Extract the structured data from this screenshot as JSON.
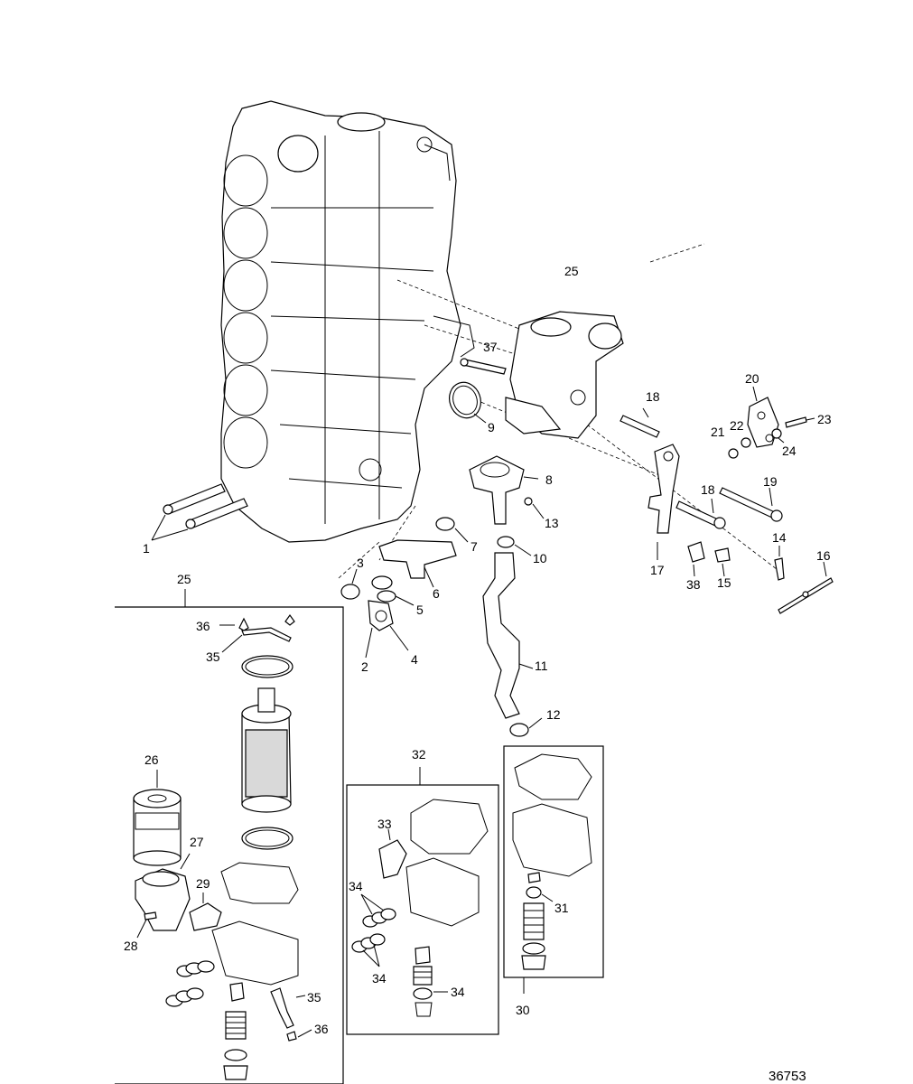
{
  "figure": {
    "reference_number": "36753",
    "callouts": {
      "c1": "1",
      "c2": "2",
      "c3": "3",
      "c4": "4",
      "c5": "5",
      "c6": "6",
      "c7": "7",
      "c8": "8",
      "c9": "9",
      "c10": "10",
      "c11": "11",
      "c12": "12",
      "c13": "13",
      "c14": "14",
      "c15": "15",
      "c16": "16",
      "c17": "17",
      "c18a": "18",
      "c18b": "18",
      "c19": "19",
      "c20": "20",
      "c21": "21",
      "c22": "22",
      "c23": "23",
      "c24": "24",
      "c25a": "25",
      "c25b": "25",
      "c26": "26",
      "c27": "27",
      "c28": "28",
      "c29": "29",
      "c30": "30",
      "c31": "31",
      "c32": "32",
      "c33": "33",
      "c34a": "34",
      "c34b": "34",
      "c34c": "34",
      "c35a": "35",
      "c35b": "35",
      "c36a": "36",
      "c36b": "36",
      "c37": "37",
      "c38": "38"
    }
  }
}
